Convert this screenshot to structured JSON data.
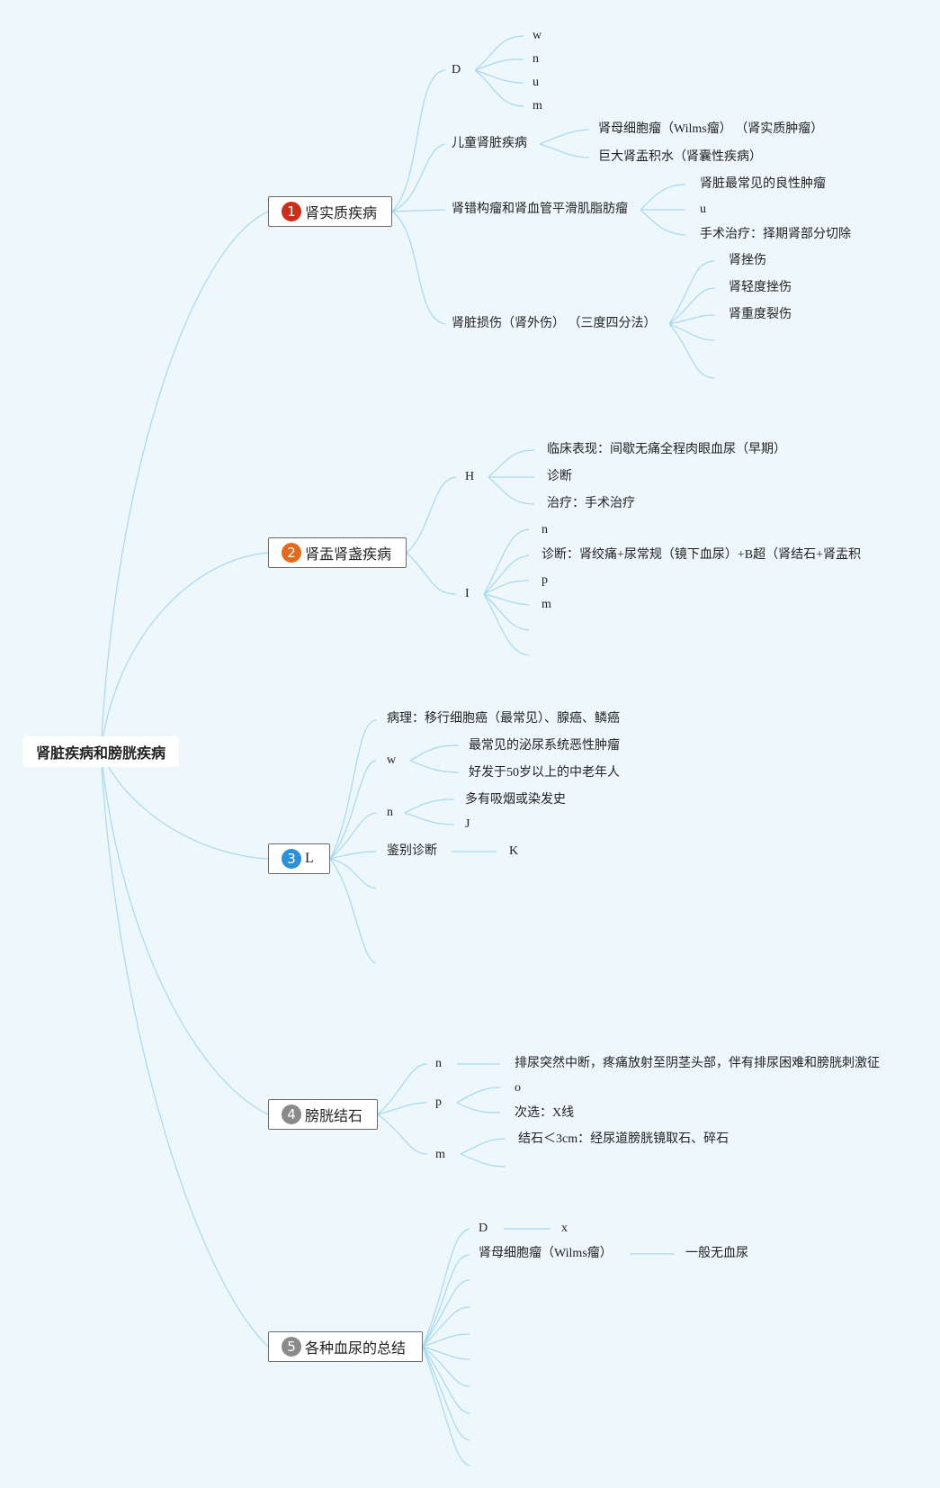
{
  "root": "肾脏疾病和膀胱疾病",
  "branch1": {
    "number": "1",
    "title": "肾实质疾病",
    "color": "#cc2e1c",
    "D": {
      "label": "D",
      "leaves": [
        "w",
        "n",
        "u",
        "m"
      ]
    },
    "child": {
      "label": "儿童肾脏疾病",
      "leaves": [
        "肾母细胞瘤（Wilms瘤） （肾实质肿瘤）",
        "巨大肾盂积水（肾囊性疾病）"
      ]
    },
    "angio": {
      "label": "肾错构瘤和肾血管平滑肌脂肪瘤",
      "leaves": [
        "肾脏最常见的良性肿瘤",
        "u",
        "手术治疗：择期肾部分切除"
      ]
    },
    "injury": {
      "label": "肾脏损伤（肾外伤） （三度四分法）",
      "leaves": [
        "肾挫伤",
        "肾轻度挫伤",
        "肾重度裂伤"
      ]
    }
  },
  "branch2": {
    "number": "2",
    "title": "肾盂肾盏疾病",
    "color": "#e36a1c",
    "H": {
      "label": "H",
      "leaves": [
        "临床表现：间歇无痛全程肉眼血尿（早期）",
        "诊断",
        "治疗：手术治疗"
      ]
    },
    "I": {
      "label": "I",
      "leaves": [
        "n",
        "诊断：肾绞痛+尿常规（镜下血尿）+B超（肾结石+肾盂积",
        "p",
        "m"
      ]
    }
  },
  "branch3": {
    "number": "3",
    "title": "L",
    "color": "#2e8fd6",
    "pathology": "病理：移行细胞癌（最常见）、腺癌、鳞癌",
    "w": {
      "label": "w",
      "leaves": [
        "最常见的泌尿系统恶性肿瘤",
        "好发于50岁以上的中老年人"
      ]
    },
    "n": {
      "label": "n",
      "leaves": [
        "多有吸烟或染发史",
        "J"
      ]
    },
    "diff": {
      "label": "鉴别诊断",
      "leaf": "K"
    }
  },
  "branch4": {
    "number": "4",
    "title": "膀胱结石",
    "color": "#8a8a8a",
    "n": {
      "label": "n",
      "leaf": "排尿突然中断，疼痛放射至阴茎头部，伴有排尿困难和膀胱刺激征"
    },
    "p": {
      "label": "p",
      "leaves": [
        "o",
        "次选：X线"
      ]
    },
    "m": {
      "label": "m",
      "leaf": "结石＜3cm：经尿道膀胱镜取石、碎石"
    }
  },
  "branch5": {
    "number": "5",
    "title": "各种血尿的总结",
    "color": "#8a8a8a",
    "D": {
      "label": "D",
      "leaf": "x"
    },
    "wilms": {
      "label": "肾母细胞瘤（Wilms瘤）",
      "leaf": "一般无血尿"
    }
  },
  "line_color": "#a9d8ee",
  "background_color": "#eef7fb"
}
